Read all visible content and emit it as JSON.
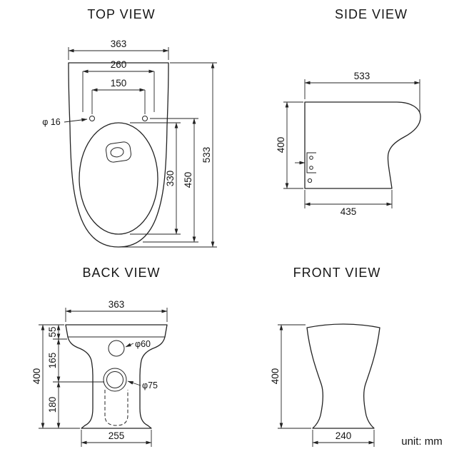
{
  "sheet": {
    "unit_label": "unit: mm"
  },
  "views": {
    "top_view": {
      "title": "TOP VIEW",
      "dims": {
        "overall_width": "363",
        "seat_width": "260",
        "hole_spacing": "150",
        "hole_diameter": "φ 16",
        "overall_depth": "533",
        "bowl_depth": "450",
        "opening_depth": "330"
      }
    },
    "side_view": {
      "title": "SIDE VIEW",
      "dims": {
        "overall_depth": "533",
        "height": "400",
        "base_depth": "435"
      }
    },
    "back_view": {
      "title": "BACK VIEW",
      "dims": {
        "overall_width": "363",
        "segment_top": "55",
        "segment_middle": "165",
        "segment_bottom": "180",
        "height": "400",
        "inlet_diameter": "φ60",
        "outlet_diameter": "φ75",
        "base_width": "255"
      }
    },
    "front_view": {
      "title": "FRONT VIEW",
      "dims": {
        "height": "400",
        "base_width": "240"
      }
    }
  }
}
